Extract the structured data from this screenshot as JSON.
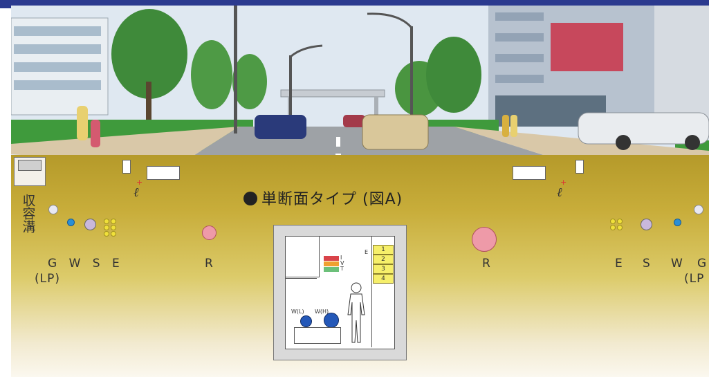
{
  "title": "単断面タイプ (図A)",
  "left_channel_label": "収容溝",
  "left_labels": {
    "gwse": "G W S E",
    "lp": "(LP)",
    "r": "R"
  },
  "right_labels": {
    "e": "E",
    "s": "S",
    "w": "W",
    "g": "G",
    "lp": "(LP",
    "r": "R"
  },
  "ell_symbol": "ℓ",
  "plus_symbol": "+",
  "box": {
    "cable_numbers": [
      "1",
      "2",
      "3",
      "4"
    ],
    "e_label": "E",
    "ivt_labels": [
      "I",
      "V",
      "T"
    ],
    "w_low_label": "W(L)",
    "w_high_label": "W(H)"
  },
  "colors": {
    "topbar": "#2b3a8f",
    "gas": "#e8e8f2",
    "water": "#2a8fd6",
    "sewer": "#c9b8dc",
    "electric": "#f4e23a",
    "r_pipe": "#ee9aa8",
    "ground_top": "#b59a2a",
    "box_ivt_red": "#d9434a",
    "box_ivt_orange": "#f0a030",
    "box_ivt_green": "#6cc07a",
    "box_w": "#2458b8"
  }
}
